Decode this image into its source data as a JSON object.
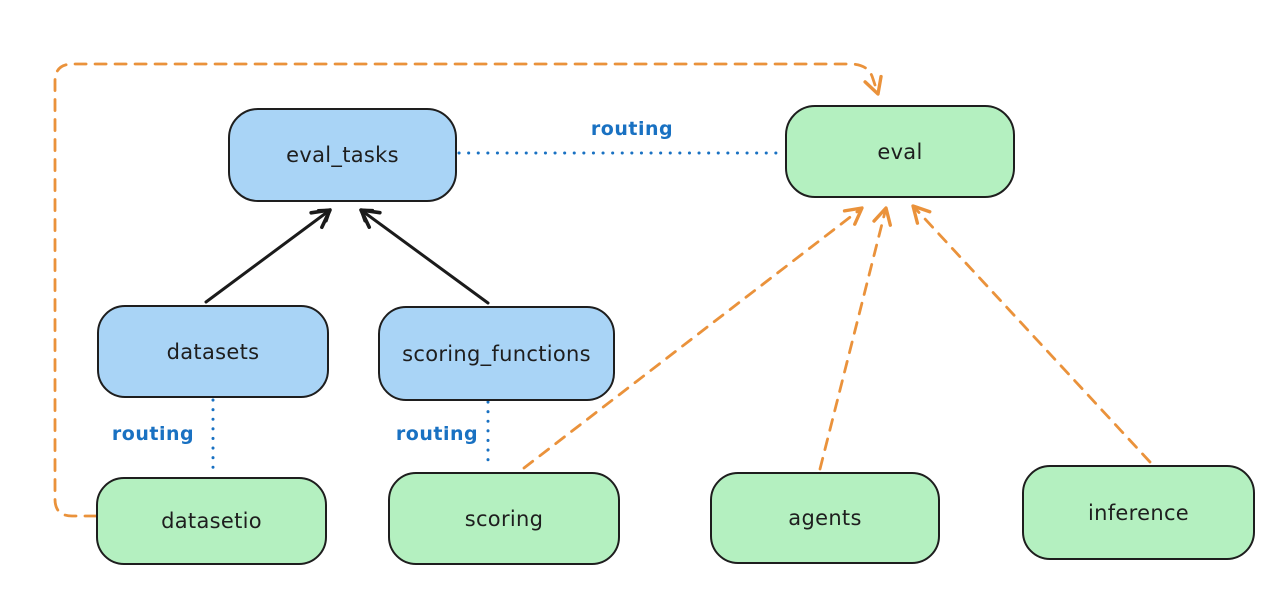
{
  "colors": {
    "background": "#ffffff",
    "node_blue_fill": "#a9d4f6",
    "node_green_fill": "#b4f0c0",
    "node_border": "#1e1e1e",
    "routing_blue": "#1971c2",
    "provider_orange": "#ea923b",
    "arrow_black": "#1b1b1b"
  },
  "nodes": {
    "eval_tasks": {
      "label": "eval_tasks",
      "color": "blue"
    },
    "eval": {
      "label": "eval",
      "color": "green"
    },
    "datasets": {
      "label": "datasets",
      "color": "blue"
    },
    "scoring_functions": {
      "label": "scoring_functions",
      "color": "blue"
    },
    "datasetio": {
      "label": "datasetio",
      "color": "green"
    },
    "scoring": {
      "label": "scoring",
      "color": "green"
    },
    "agents": {
      "label": "agents",
      "color": "green"
    },
    "inference": {
      "label": "inference",
      "color": "green"
    }
  },
  "edge_labels": {
    "routing_eval_tasks_eval": "routing",
    "routing_datasets_datasetio": "routing",
    "routing_scoring_functions_scoring": "routing"
  },
  "edges": [
    {
      "from": "datasets",
      "to": "eval_tasks",
      "style": "solid",
      "color": "black",
      "arrow": true,
      "label": ""
    },
    {
      "from": "scoring_functions",
      "to": "eval_tasks",
      "style": "solid",
      "color": "black",
      "arrow": true,
      "label": ""
    },
    {
      "from": "eval_tasks",
      "to": "eval",
      "style": "dotted",
      "color": "blue",
      "arrow": false,
      "label": "routing"
    },
    {
      "from": "datasets",
      "to": "datasetio",
      "style": "dotted",
      "color": "blue",
      "arrow": false,
      "label": "routing"
    },
    {
      "from": "scoring_functions",
      "to": "scoring",
      "style": "dotted",
      "color": "blue",
      "arrow": false,
      "label": "routing"
    },
    {
      "from": "datasetio",
      "to": "eval",
      "style": "dashed",
      "color": "orange",
      "arrow": true,
      "label": ""
    },
    {
      "from": "scoring",
      "to": "eval",
      "style": "dashed",
      "color": "orange",
      "arrow": true,
      "label": ""
    },
    {
      "from": "agents",
      "to": "eval",
      "style": "dashed",
      "color": "orange",
      "arrow": true,
      "label": ""
    },
    {
      "from": "inference",
      "to": "eval",
      "style": "dashed",
      "color": "orange",
      "arrow": true,
      "label": ""
    }
  ]
}
